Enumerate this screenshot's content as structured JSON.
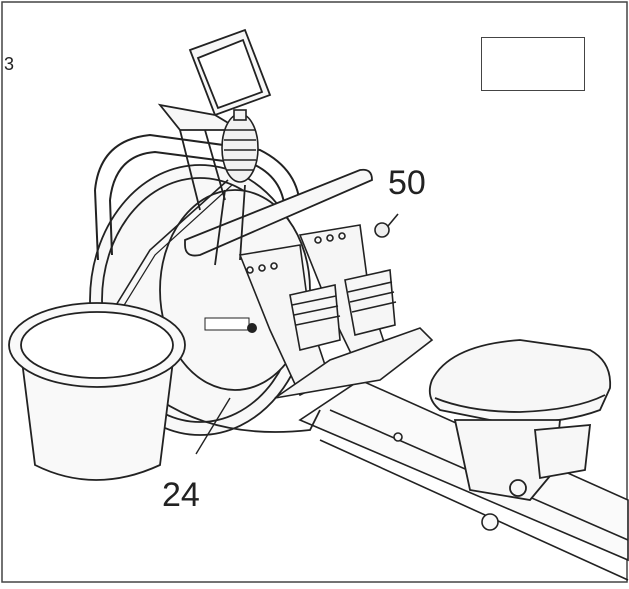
{
  "figure": {
    "step_number": "3",
    "callouts": {
      "part_50": "50",
      "part_24": "24"
    },
    "colors": {
      "line": "#222222",
      "fill": "#f7f7f7",
      "background": "#ffffff"
    }
  }
}
